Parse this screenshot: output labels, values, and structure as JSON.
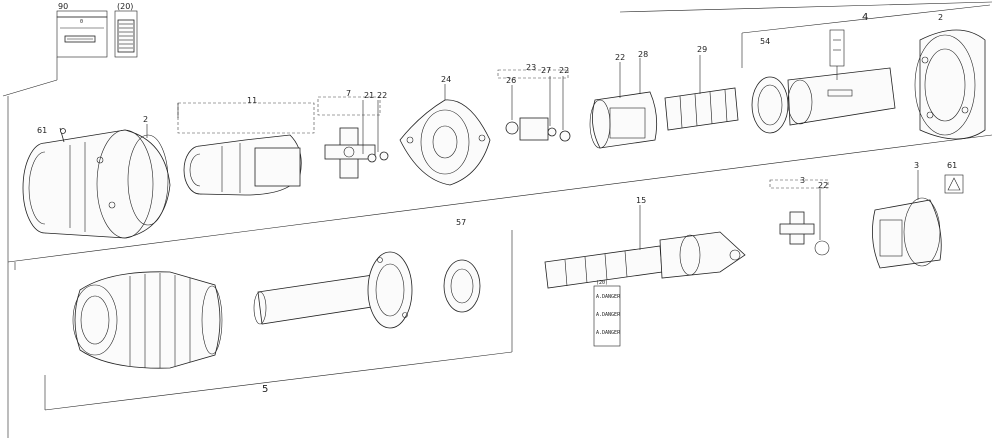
{
  "labels": {
    "top_left_a": "90",
    "top_left_b": "(20)",
    "top_left_c": "0",
    "part_4": "4",
    "part_5": "5",
    "part_61a": "61",
    "part_2a": "2",
    "part_11": "11",
    "part_7": "7",
    "part_21a": "21",
    "part_22a": "22",
    "part_24": "24",
    "part_26": "26",
    "part_23": "23",
    "part_27": "27",
    "part_22b": "22",
    "part_22c": "22",
    "part_28": "28",
    "part_29": "29",
    "part_54": "54",
    "part_2b": "2",
    "part_57": "57",
    "part_15": "15",
    "part_3a": "3",
    "part_22d": "22",
    "part_3b": "3",
    "part_61b": "61",
    "card_title": "(20)"
  },
  "card_lines": [
    "A.DANGER",
    "A.DANGER",
    "A.DANGER"
  ]
}
